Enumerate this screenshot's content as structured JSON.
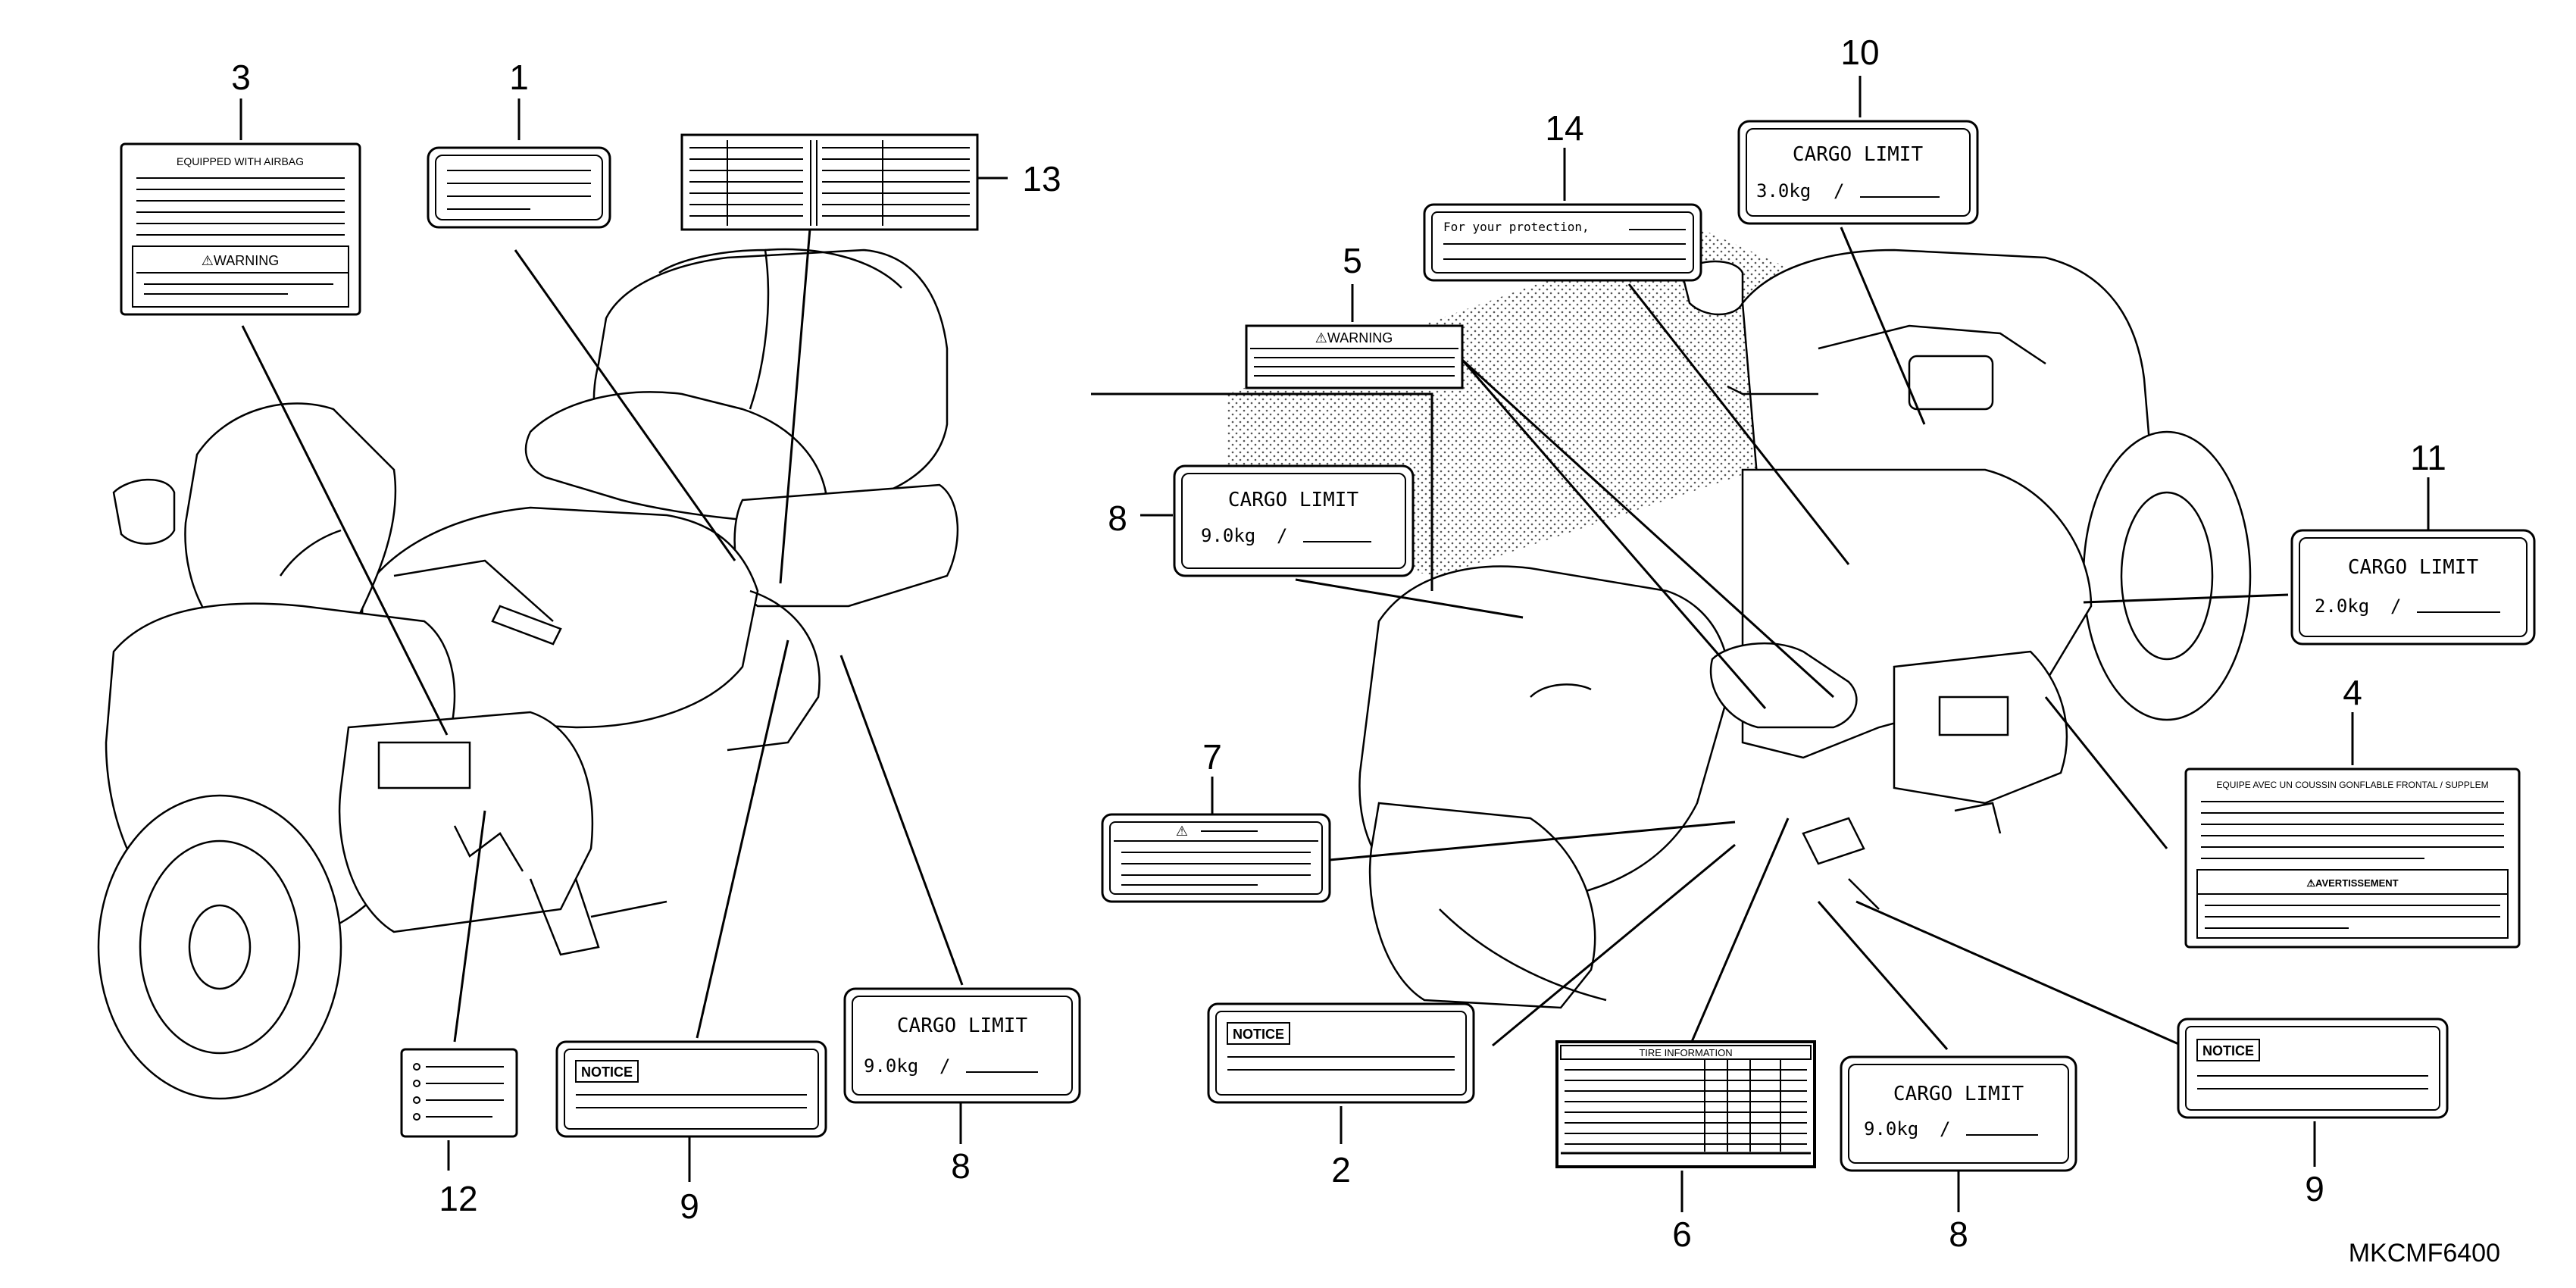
{
  "callouts": {
    "n1": "1",
    "n2": "2",
    "n3": "3",
    "n4": "4",
    "n5": "5",
    "n6": "6",
    "n7": "7",
    "n8a": "8",
    "n8b": "8",
    "n8c": "8",
    "n9a": "9",
    "n9b": "9",
    "n10": "10",
    "n11": "11",
    "n12": "12",
    "n13": "13",
    "n14": "14"
  },
  "labels": {
    "equipped_airbag": "EQUIPPED WITH AIRBAG",
    "warning": "⚠WARNING",
    "cargo_limit": "CARGO LIMIT",
    "cargo_9kg": "9.0kg",
    "cargo_3kg": "3.0kg",
    "cargo_2kg": "2.0kg",
    "slash": "/",
    "notice": "NOTICE",
    "protection": "For your protection,",
    "tire_information": "TIRE INFORMATION",
    "french_header": "EQUIPE AVEC UN COUSSIN GONFLABLE FRONTAL / SUPPLEM",
    "avertissement": "⚠AVERTISSEMENT",
    "triangle": "⚠"
  },
  "figure_code": "MKCMF6400"
}
